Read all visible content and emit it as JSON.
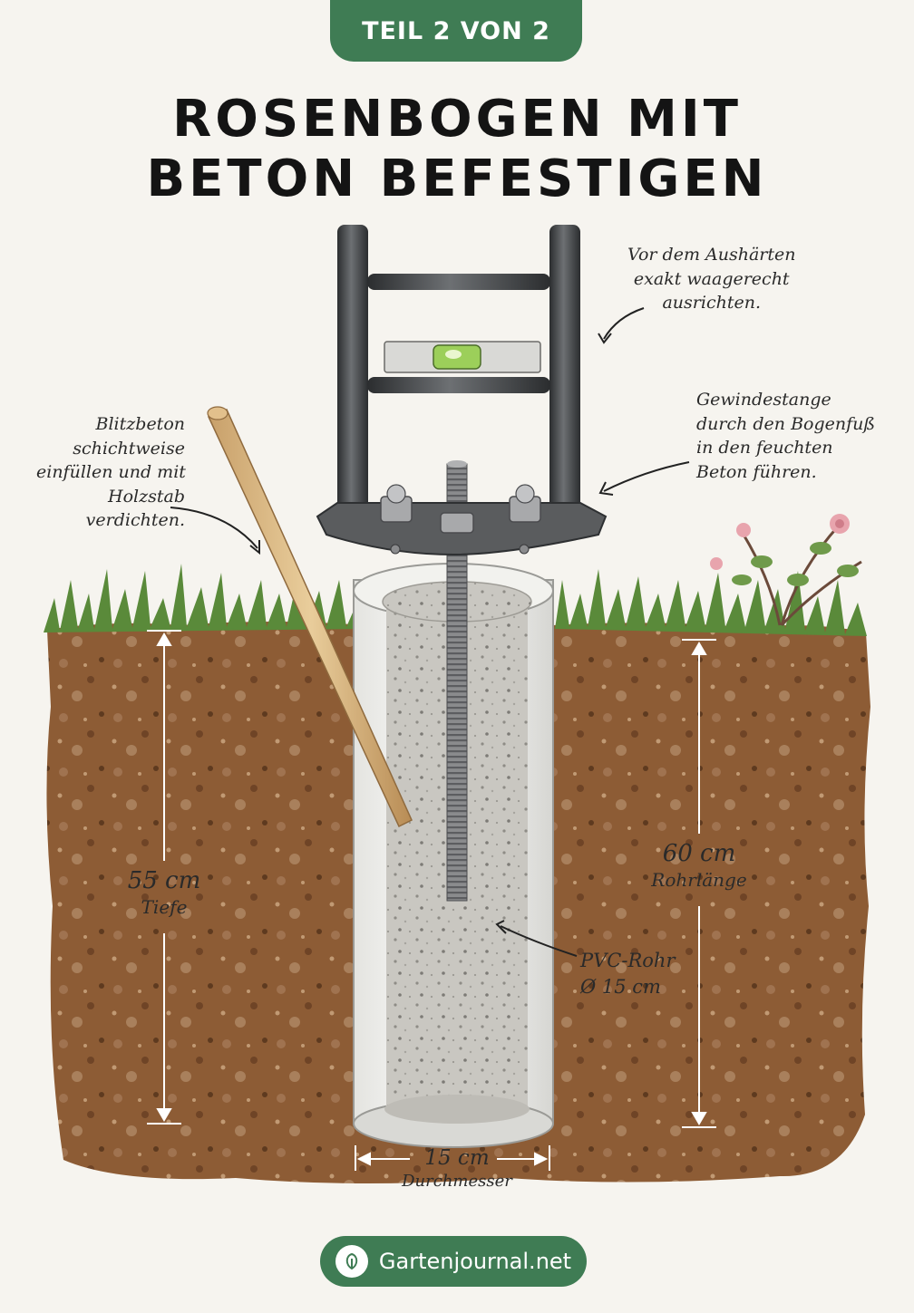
{
  "header": {
    "badge": "TEIL 2 VON 2",
    "title_line1": "ROSENBOGEN MIT",
    "title_line2": "BETON BEFESTIGEN"
  },
  "annotations": {
    "level": [
      "Vor dem Aushärten",
      "exakt waagerecht",
      "ausrichten."
    ],
    "rod": [
      "Gewindestange",
      "durch den Bogenfuß",
      "in den feuchten",
      "Beton führen."
    ],
    "concrete": [
      "Blitzbeton",
      "schichtweise",
      "einfüllen und mit",
      "Holzstab",
      "verdichten."
    ],
    "pipe": [
      "PVC-Rohr",
      "Ø 15 cm"
    ]
  },
  "dimensions": {
    "depth_value": "55 cm",
    "depth_label": "Tiefe",
    "pipe_length_value": "60 cm",
    "pipe_length_label": "Rohrlänge",
    "diameter_value": "15 cm",
    "diameter_label": "Durchmesser"
  },
  "footer": {
    "site": "Gartenjournal.net",
    "icon": "leaf-logo-icon"
  },
  "colors": {
    "brand_green": "#3f7c54",
    "soil": "#8a5a34",
    "concrete": "#c9c7c1",
    "metal": "#3a3c3e"
  }
}
